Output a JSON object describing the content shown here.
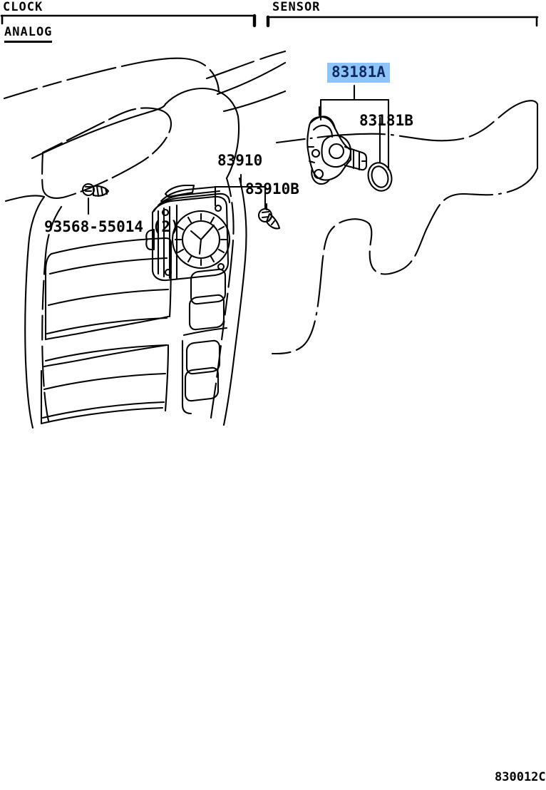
{
  "sheet": {
    "code": "830012C",
    "background_color": "#ffffff",
    "line_color": "#000000",
    "highlight_color": "#8ec4f7",
    "highlight_text_color": "#102a63"
  },
  "sections": [
    {
      "id": "clock",
      "title": "CLOCK",
      "subtitle": "ANALOG"
    },
    {
      "id": "sensor",
      "title": "SENSOR",
      "subtitle": ""
    }
  ],
  "labels": {
    "clock_unit": "83910",
    "clock_screw_b": "83910B",
    "panel_screw": "93568-55014 (2)",
    "sensor_assembly": "83181A",
    "sensor_oring": "83181B"
  },
  "highlighted_part": "83181A",
  "parts": [
    {
      "number": "83910",
      "name": "clock-assembly",
      "section": "clock",
      "leader": "bracket",
      "highlighted": false
    },
    {
      "number": "83910B",
      "name": "clock-mounting-screw",
      "section": "clock",
      "leader": "line",
      "highlighted": false
    },
    {
      "number": "93568-55014 (2)",
      "name": "panel-screw",
      "section": "clock",
      "leader": "line",
      "quantity": "2",
      "highlighted": false
    },
    {
      "number": "83181A",
      "name": "speed-sensor-assembly",
      "section": "sensor",
      "leader": "bracket",
      "highlighted": true
    },
    {
      "number": "83181B",
      "name": "sensor-o-ring",
      "section": "sensor",
      "leader": "line",
      "highlighted": false
    }
  ]
}
